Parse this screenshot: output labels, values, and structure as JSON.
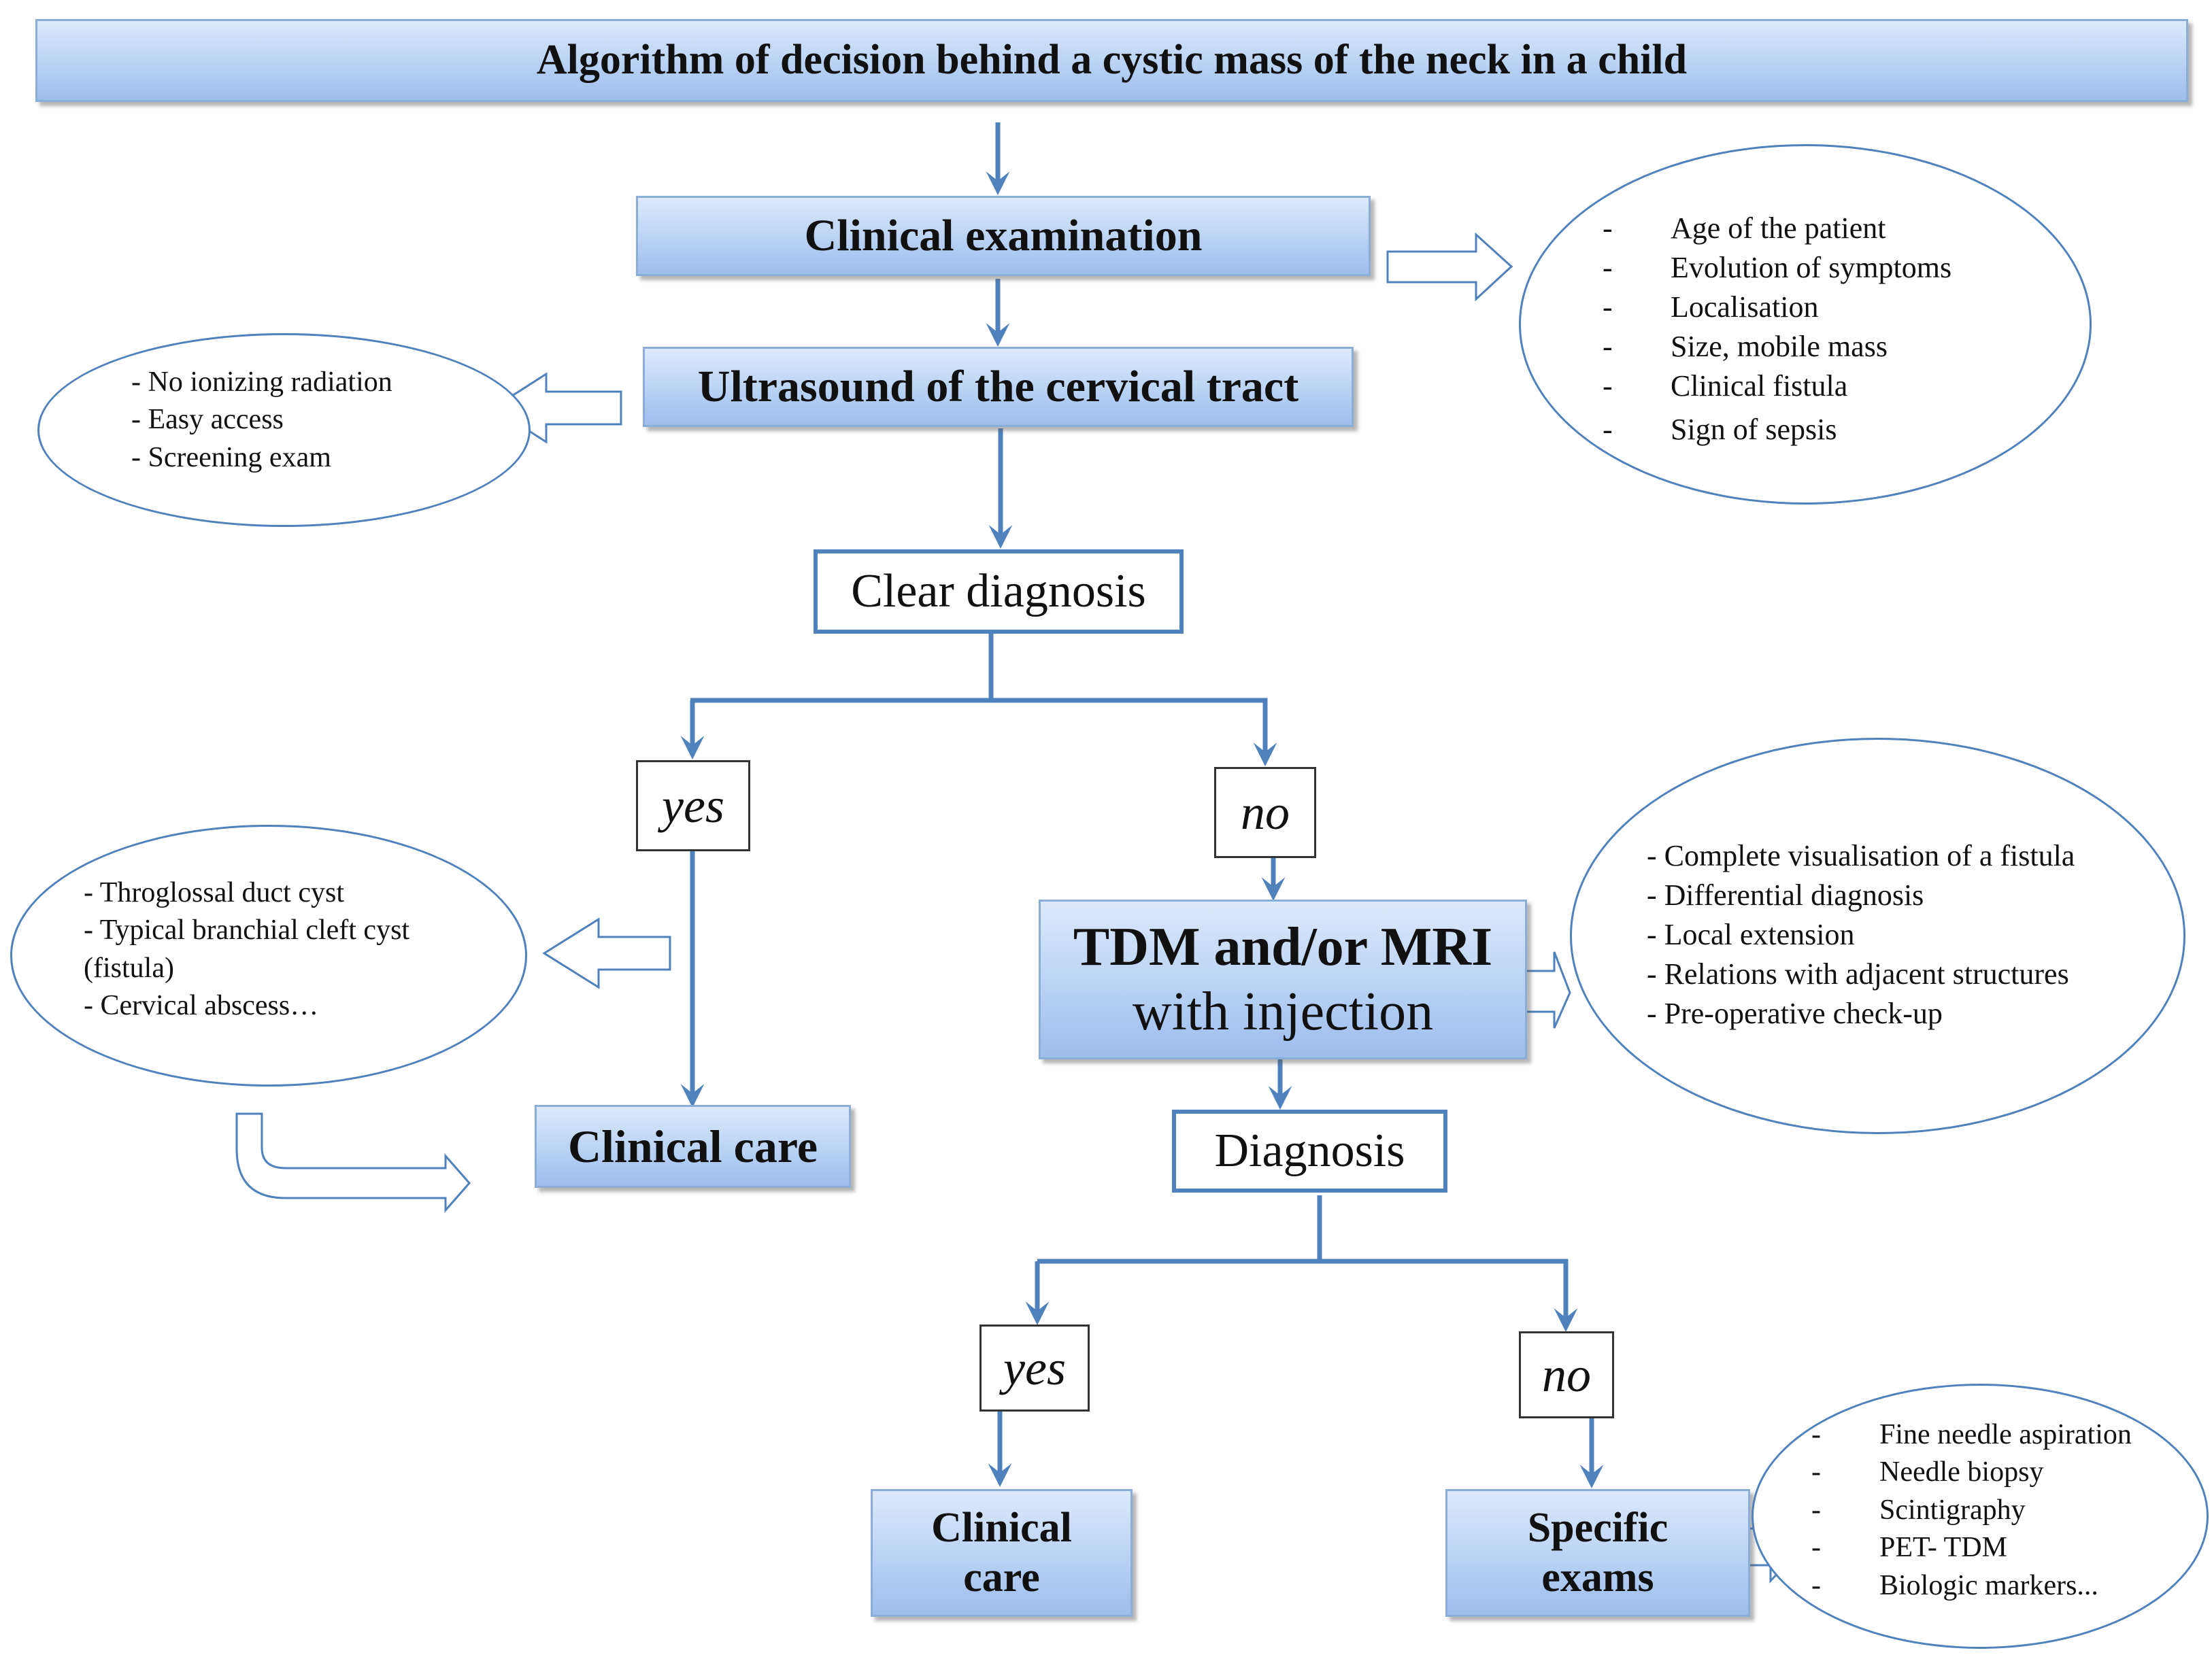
{
  "title": "Algorithm of decision behind a cystic mass of the neck in a child",
  "clinical_examination": "Clinical examination",
  "ultrasound": "Ultrasound of the cervical tract",
  "clear_diagnosis": "Clear diagnosis",
  "yes_label": "yes",
  "no_label": "no",
  "clinical_care": "Clinical care",
  "tdm_mri_line1": "TDM and/or MRI",
  "tdm_mri_line2": "with injection",
  "diagnosis": "Diagnosis",
  "clinical_care_bottom_line1": "Clinical",
  "clinical_care_bottom_line2": "care",
  "specific_exams_line1": "Specific",
  "specific_exams_line2": "exams",
  "exam_criteria": [
    "Age of the patient",
    "Evolution of symptoms",
    "Localisation",
    "Size, mobile mass",
    "Clinical fistula",
    "Sign of sepsis"
  ],
  "ultrasound_benefits": [
    "- No ionizing radiation",
    "- Easy access",
    "- Screening exam"
  ],
  "clear_diagnoses": [
    "- Throglossal duct cyst",
    "- Typical branchial cleft cyst",
    "(fistula)",
    "- Cervical abscess…"
  ],
  "imaging_goals": [
    "- Complete visualisation of a fistula",
    "- Differential diagnosis",
    "- Local extension",
    "- Relations with adjacent structures",
    "- Pre-operative check-up"
  ],
  "specific_exams_list": [
    "Fine needle aspiration",
    "Needle biopsy",
    "Scintigraphy",
    "PET- TDM",
    "Biologic markers..."
  ],
  "list_dash": "-",
  "colors": {
    "arrow": "#4f81bd",
    "box_border": "#4f81bd",
    "gradient_top": "#dce9fb",
    "gradient_bottom": "#9dbdee"
  }
}
